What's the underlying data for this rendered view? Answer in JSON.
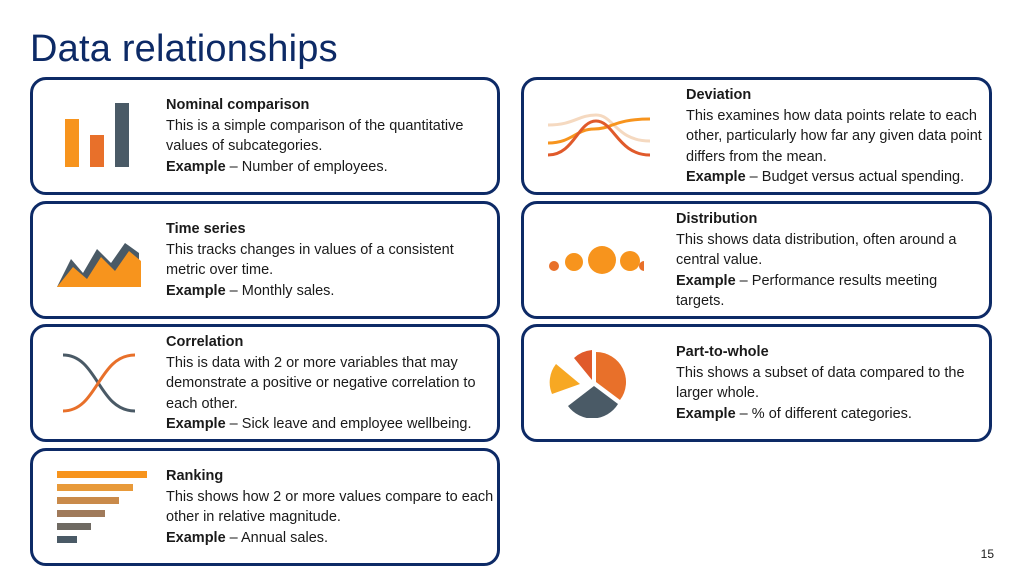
{
  "title": "Data relationships",
  "page_number": "15",
  "example_label": "Example",
  "cards": {
    "nominal": {
      "name": "Nominal comparison",
      "description": "This is a simple comparison of the quantitative values of subcategories.",
      "example": " – Number of employees."
    },
    "time_series": {
      "name": "Time series",
      "description": "This tracks changes in values of a consistent metric over time.",
      "example": " – Monthly sales."
    },
    "correlation": {
      "name": "Correlation",
      "description": "This is data with 2 or more variables that may demonstrate a positive or negative correlation to each other.",
      "example": " – Sick leave and employee wellbeing."
    },
    "ranking": {
      "name": "Ranking",
      "description": "This shows how 2 or more values compare to each other in relative magnitude.",
      "example": " – Annual sales."
    },
    "deviation": {
      "name": "Deviation",
      "description": "This examines how data points relate to each other, particularly how far any given data point differs from the mean.",
      "example": " – Budget versus actual spending."
    },
    "distribution": {
      "name": "Distribution",
      "description": "This shows data distribution, often around a central value.",
      "example": " – Performance results meeting targets."
    },
    "part_to_whole": {
      "name": "Part-to-whole",
      "description": "This shows a subset of data compared to the larger whole.",
      "example": " – % of different categories."
    }
  },
  "colors": {
    "navy": "#0d2a66",
    "orange": "#f7941d",
    "dark_orange": "#e8702a",
    "red_orange": "#e05a2b",
    "slate": "#4a5a66",
    "peach": "#f5d9c0"
  },
  "icons": {
    "nominal": "bar-chart-icon",
    "time_series": "area-chart-icon",
    "correlation": "crossing-curves-icon",
    "ranking": "ranked-bars-icon",
    "deviation": "wave-lines-icon",
    "distribution": "dot-distribution-icon",
    "part_to_whole": "exploded-pie-icon"
  }
}
